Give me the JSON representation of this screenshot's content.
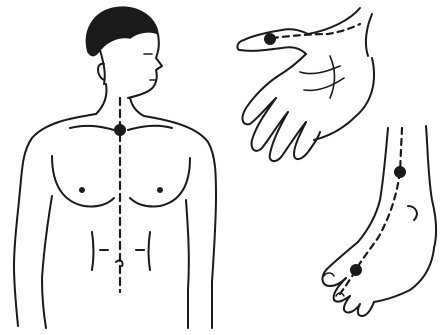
{
  "figure": {
    "panels": [
      "torso-front-view",
      "hand-palm-view",
      "foot-medial-view"
    ],
    "line_color": "#1a1a1a",
    "background": "#ffffff",
    "marked_points": {
      "torso": 1,
      "hand": 1,
      "foot": 2
    },
    "dashed_pathways": 3
  }
}
